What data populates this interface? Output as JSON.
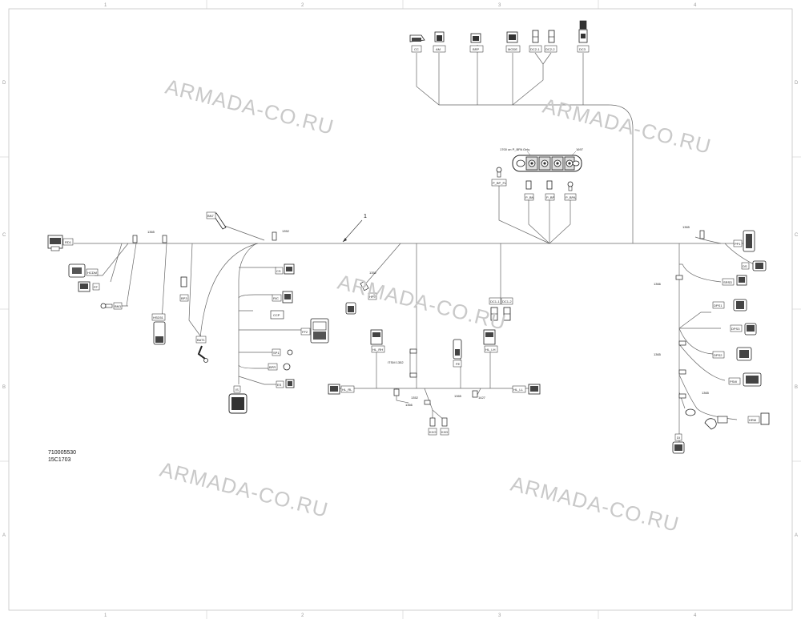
{
  "frame": {
    "zones_top": [
      "1",
      "2",
      "3",
      "4"
    ],
    "zones_bottom": [
      "1",
      "2",
      "3",
      "4"
    ],
    "zones_left": [
      "D",
      "C",
      "B",
      "A"
    ],
    "zones_right": [
      "D",
      "C",
      "B",
      "A"
    ]
  },
  "document": {
    "part_number": "710005530",
    "code": "15C1703"
  },
  "watermark": "ARMADA-CO.RU",
  "harness": {
    "main_callout": "1",
    "top_connectors": [
      "CC",
      "AM",
      "BRP",
      "MODE",
      "DC2-1",
      "DC2-2",
      "DC3"
    ],
    "bus": {
      "note": "1700 on P_BPA Only",
      "part": "1697",
      "left_item": "P_BP_FL",
      "items": [
        "P_BN",
        "P_BP",
        "P_BPA"
      ]
    },
    "left_group": [
      "RD1",
      "HCDM",
      "FF",
      "BM1",
      "HSD51",
      "BP3",
      "BAT1"
    ],
    "center_group": [
      "1352",
      "BN7",
      "1365",
      "CS",
      "RIC",
      "CCP",
      "FF2",
      "SP1",
      "BPR",
      "ES",
      "IS",
      "HP5"
    ],
    "bottom_group": [
      "HL_RH",
      "ITSM 1352",
      "HL_RL",
      "1366",
      "1352",
      "KXO",
      "KXD",
      "FE",
      "1365",
      "1427",
      "HL_LH",
      "HL_LL",
      "DC1-1",
      "DC1-2",
      "1352"
    ],
    "right_group": [
      "1365",
      "PP1",
      "DS",
      "1366",
      "SRSD",
      "DPS1",
      "DPS3",
      "1365",
      "DPS2",
      "PSW",
      "1365",
      "HRM",
      "DI"
    ]
  }
}
